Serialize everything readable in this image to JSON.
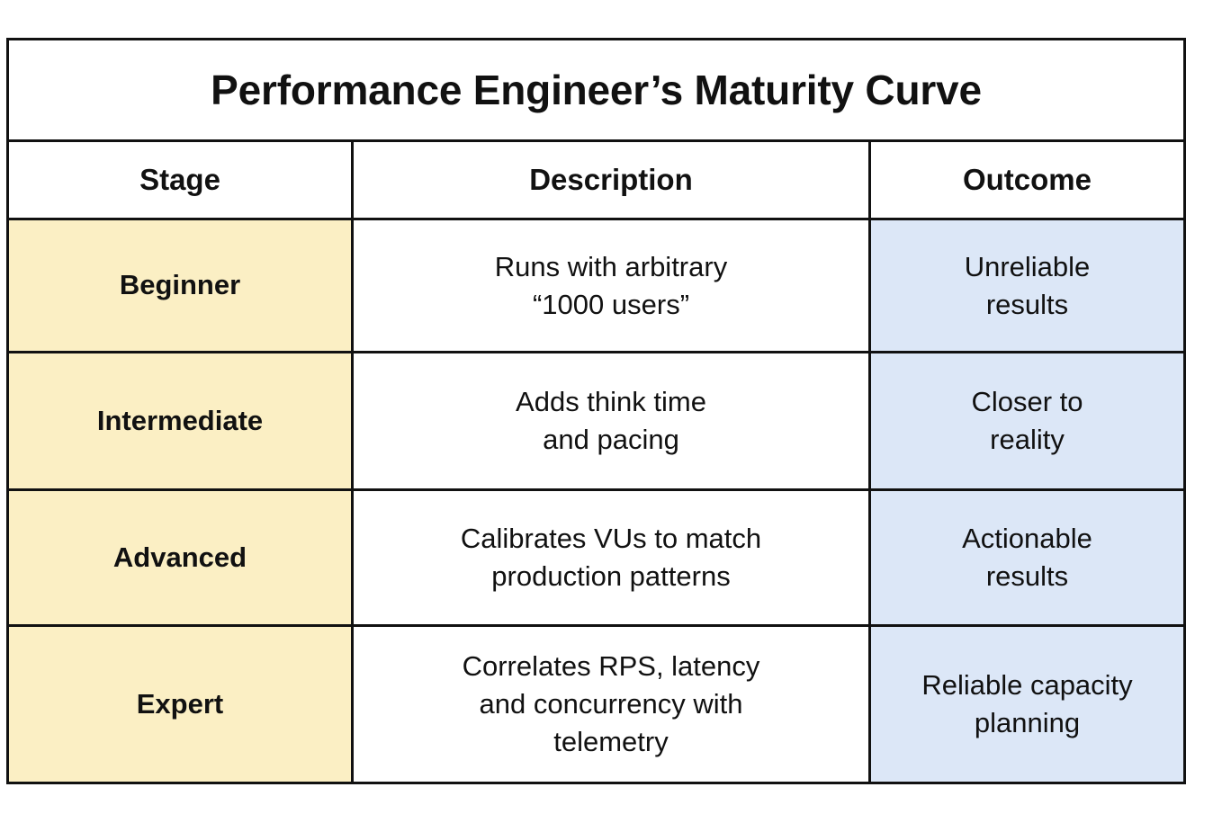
{
  "table": {
    "title": "Performance Engineer’s Maturity Curve",
    "columns": [
      {
        "key": "stage",
        "label": "Stage"
      },
      {
        "key": "description",
        "label": "Description"
      },
      {
        "key": "outcome",
        "label": "Outcome"
      }
    ],
    "rows": [
      {
        "stage": "Beginner",
        "description_lines": [
          "Runs with arbitrary",
          "“1000 users”"
        ],
        "description": "Runs with arbitrary “1000 users”",
        "outcome_lines": [
          "Unreliable",
          "results"
        ],
        "outcome": "Unreliable results"
      },
      {
        "stage": "Intermediate",
        "description_lines": [
          "Adds think time",
          "and pacing"
        ],
        "description": "Adds think time and pacing",
        "outcome_lines": [
          "Closer to",
          "reality"
        ],
        "outcome": "Closer to reality"
      },
      {
        "stage": "Advanced",
        "description_lines": [
          "Calibrates VUs to match",
          "production patterns"
        ],
        "description": "Calibrates VUs to match production patterns",
        "outcome_lines": [
          "Actionable",
          "results"
        ],
        "outcome": "Actionable results"
      },
      {
        "stage": "Expert",
        "description_lines": [
          "Correlates RPS, latency",
          "and concurrency with",
          "telemetry"
        ],
        "description": "Correlates RPS, latency and concurrency with telemetry",
        "outcome_lines": [
          "Reliable capacity",
          "planning"
        ],
        "outcome": "Reliable capacity planning"
      }
    ]
  },
  "colors": {
    "page_background": "#ffffff",
    "border": "#111111",
    "stage_column_fill": "#fbefc4",
    "description_column_fill": "#ffffff",
    "outcome_column_fill": "#dce7f7",
    "text": "#111111"
  }
}
